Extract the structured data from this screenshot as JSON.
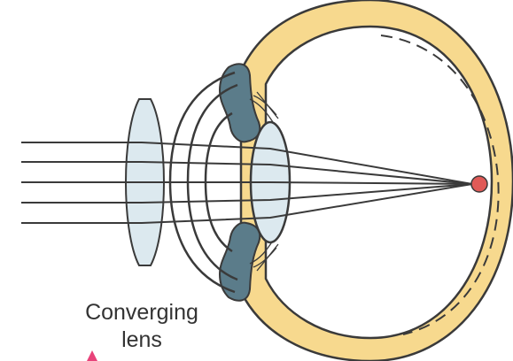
{
  "diagram": {
    "label_line1": "Converging",
    "label_line2": "lens",
    "rays": 5,
    "colors": {
      "sclera_fill": "#f7d98e",
      "lens_fill": "#dce9ef",
      "outline": "#3a3a3a",
      "iris_fill": "#5b7c8a",
      "focus_point": "#e05a57",
      "label_text": "#333333",
      "marker": "#e8437a"
    }
  }
}
